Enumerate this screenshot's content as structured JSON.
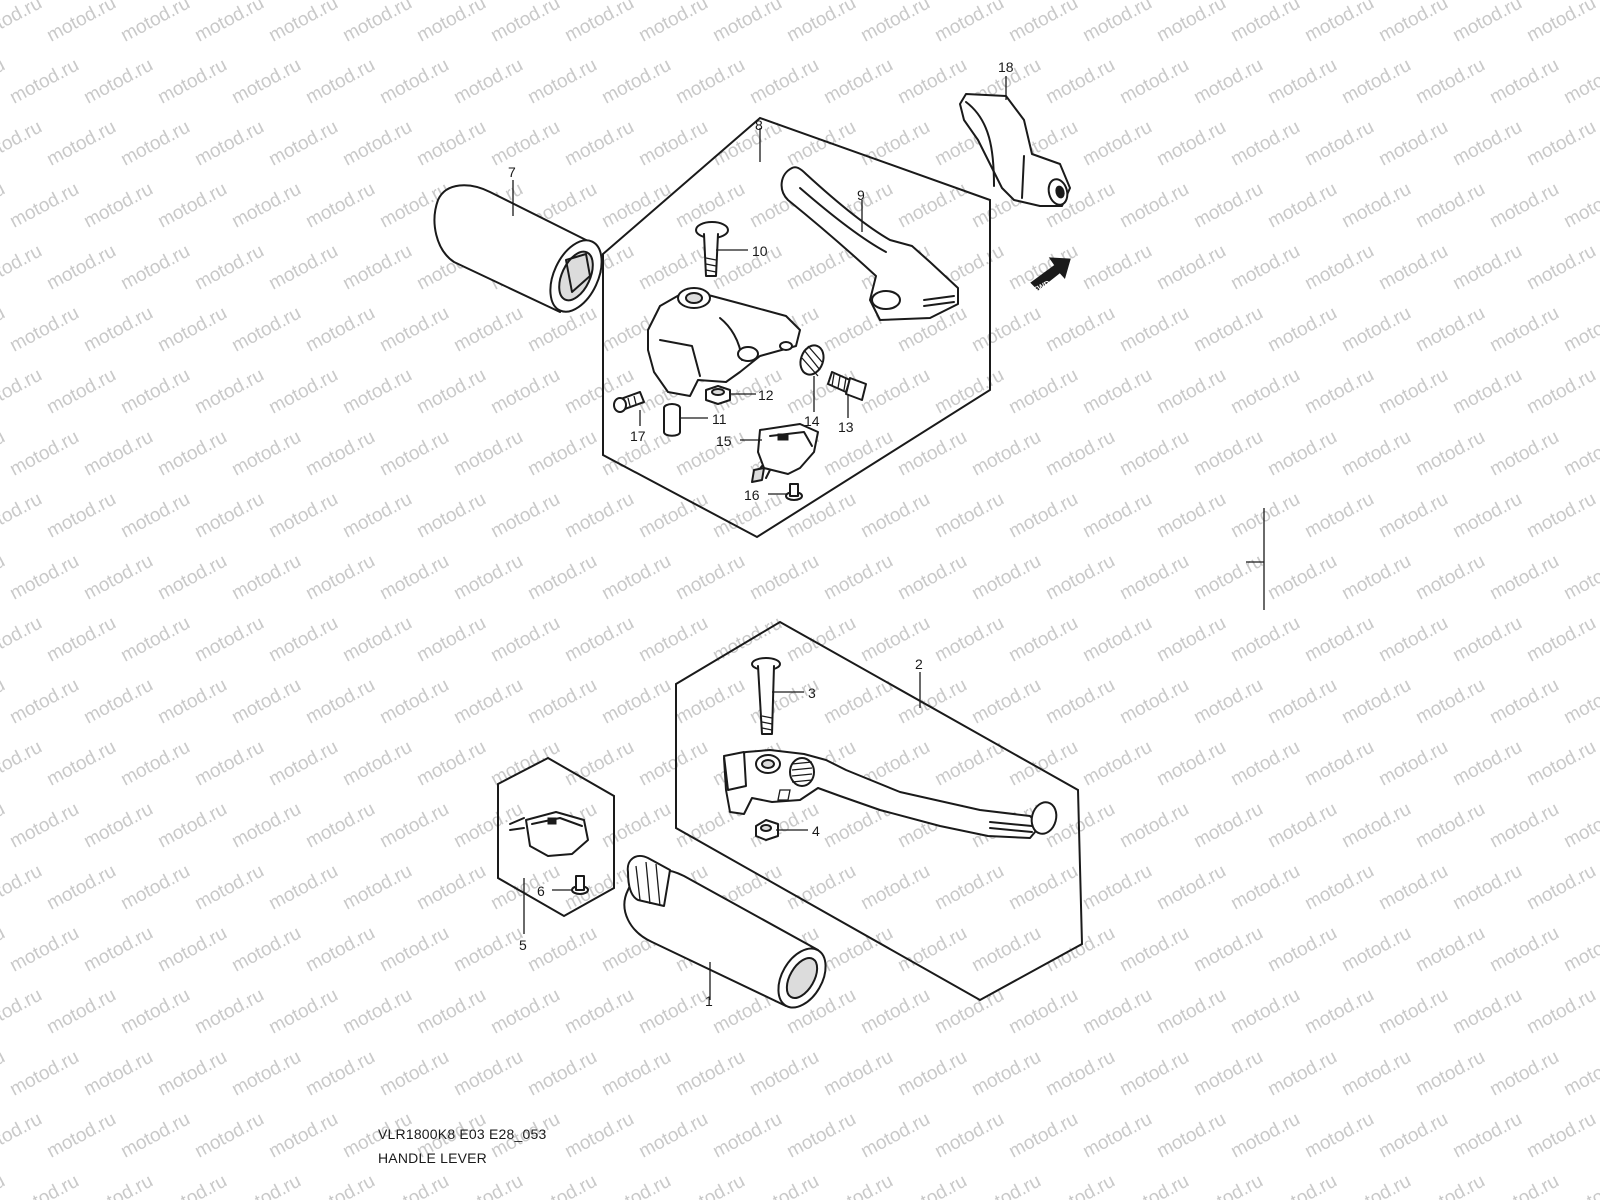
{
  "watermark_text": "motod.ru",
  "fwd_label": "FWD",
  "callouts": {
    "c1": "1",
    "c2": "2",
    "c3": "3",
    "c4": "4",
    "c5": "5",
    "c6": "6",
    "c7": "7",
    "c8": "8",
    "c9": "9",
    "c10": "10",
    "c11": "11",
    "c12": "12",
    "c13": "13",
    "c14": "14",
    "c15": "15",
    "c16": "16",
    "c17": "17",
    "c18": "18"
  },
  "caption": {
    "model_code": "VLR1800K8 E03 E28_053",
    "title": "HANDLE LEVER"
  },
  "colors": {
    "line": "#1a1a1a",
    "watermark": "#c9c9c9",
    "background": "#ffffff"
  }
}
